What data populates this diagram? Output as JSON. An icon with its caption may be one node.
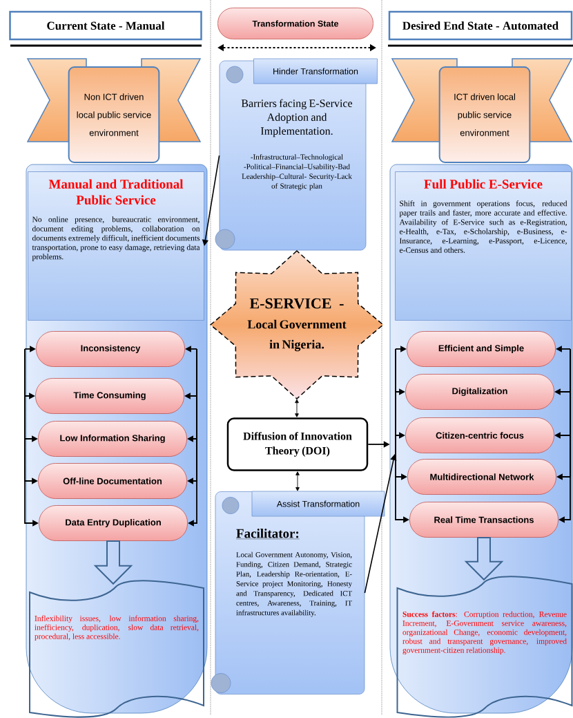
{
  "diagram": {
    "nodes": [
      {
        "text": [
          "Current State - Manual"
        ]
      },
      {
        "text": [
          "Transformation State"
        ]
      },
      {
        "text": [
          "Desired End State - Automated"
        ]
      },
      {
        "text": [],
        "shape": "capsule"
      },
      {
        "text": [
          "Non ICT driven local public service environment"
        ]
      },
      {
        "text": [
          "Manual and Traditional Public Service",
          "No online presence, bureaucratic environment, document editing problems, collaboration on documents extremely difficult, inefficient documents transportation, prone to easy damage, retrieving data problems."
        ],
        "in": 3
      },
      {
        "text": [
          "Inconsistency"
        ],
        "in": 3
      },
      {
        "text": [
          "Time Consuming"
        ],
        "in": 3
      },
      {
        "text": [
          "Low Information Sharing"
        ],
        "in": 3
      },
      {
        "text": [
          "Off-line Documentation"
        ],
        "in": 3
      },
      {
        "text": [
          "Data Entry Duplication"
        ],
        "in": 3
      },
      {
        "text": [
          "Inflexibility issues, low information sharing, inefficiency, duplication, slow data retrieval, procedural, less accessible."
        ],
        "in": 3
      },
      {
        "text": [
          "Hinder Transformation",
          "Barriers facing E-Service Adoption and Implementation.",
          "-Infrastructural–Technological -Political–Financial–Usability-Bad Leadership–Cultural- Security-Lack of Strategic plan"
        ]
      },
      {
        "text": [
          "E-SERVICE -",
          "Local Government in Nigeria."
        ]
      },
      {
        "text": [
          "Diffusion of Innovation Theory (DOI)"
        ]
      },
      {
        "text": [
          "Assist Transformation",
          "Facilitator:",
          "Local Government Autonomy, Vision, Funding, Citizen Demand, Strategic Plan, Leadership Re-orientation, E-Service project Monitoring, Honesty and Transparency, Dedicated ICT centres, Awareness, Training, IT infrastructures availability."
        ]
      },
      {
        "text": [],
        "shape": "capsule"
      },
      {
        "text": [
          "ICT driven local public service environment"
        ]
      },
      {
        "text": [
          "Full Public E-Service",
          "Shift in government operations focus, reduced paper trails and faster, more accurate and effective. Availability of E-Service such as e-Registration, e-Health, e-Tax, e-Scholarship, e-Business, e-Insurance, e-Learning, e-Passport, e-Licence, e-Census and others."
        ],
        "in": 16
      },
      {
        "text": [
          "Efficient and Simple"
        ],
        "in": 16
      },
      {
        "text": [
          "Digitalization"
        ],
        "in": 16
      },
      {
        "text": [
          "Citizen-centric focus"
        ],
        "in": 16
      },
      {
        "text": [
          "Multidirectional Network"
        ],
        "in": 16
      },
      {
        "text": [
          "Real Time Transactions"
        ],
        "in": 16
      },
      {
        "text": [
          "**Success factors**: Corruption reduction, Revenue Increment, E-Government service awareness, organizational Change, economic development, robust and transparent governance, improved government-citizen relationship."
        ],
        "in": 16
      }
    ],
    "edges": [
      {
        "from": 12,
        "to": 5,
        "arrow": "to"
      },
      {
        "from": 13,
        "to": 14,
        "arrow": "both"
      },
      {
        "from": 14,
        "to": 15,
        "arrow": "both"
      },
      {
        "from": 14,
        "to": 16,
        "arrow": "to"
      },
      {
        "from": 15,
        "to": 16,
        "arrow": "to"
      },
      {
        "from": null,
        "to": 6,
        "arrow": "to"
      },
      {
        "from": null,
        "to": 7,
        "arrow": "to"
      },
      {
        "from": null,
        "to": 8,
        "arrow": "to"
      },
      {
        "from": null,
        "to": 9,
        "arrow": "to"
      },
      {
        "from": null,
        "to": 10,
        "arrow": "to"
      },
      {
        "from": null,
        "to": 6,
        "arrow": "to"
      },
      {
        "from": null,
        "to": 7,
        "arrow": "to"
      },
      {
        "from": null,
        "to": 8,
        "arrow": "to"
      },
      {
        "from": null,
        "to": 9,
        "arrow": "to"
      },
      {
        "from": null,
        "to": 10,
        "arrow": "to"
      },
      {
        "from": 10,
        "to": 11,
        "arrow": "to"
      },
      {
        "from": null,
        "to": 19,
        "arrow": "to"
      },
      {
        "from": null,
        "to": 20,
        "arrow": "to"
      },
      {
        "from": null,
        "to": 21,
        "arrow": "to"
      },
      {
        "from": null,
        "to": 22,
        "arrow": "to"
      },
      {
        "from": null,
        "to": 23,
        "arrow": "to"
      },
      {
        "from": null,
        "to": 19,
        "arrow": "to"
      },
      {
        "from": null,
        "to": 20,
        "arrow": "to"
      },
      {
        "from": null,
        "to": 21,
        "arrow": "to"
      },
      {
        "from": null,
        "to": 22,
        "arrow": "to"
      },
      {
        "from": null,
        "to": 23,
        "arrow": "to"
      },
      {
        "from": 23,
        "to": 24,
        "arrow": "to"
      }
    ]
  }
}
